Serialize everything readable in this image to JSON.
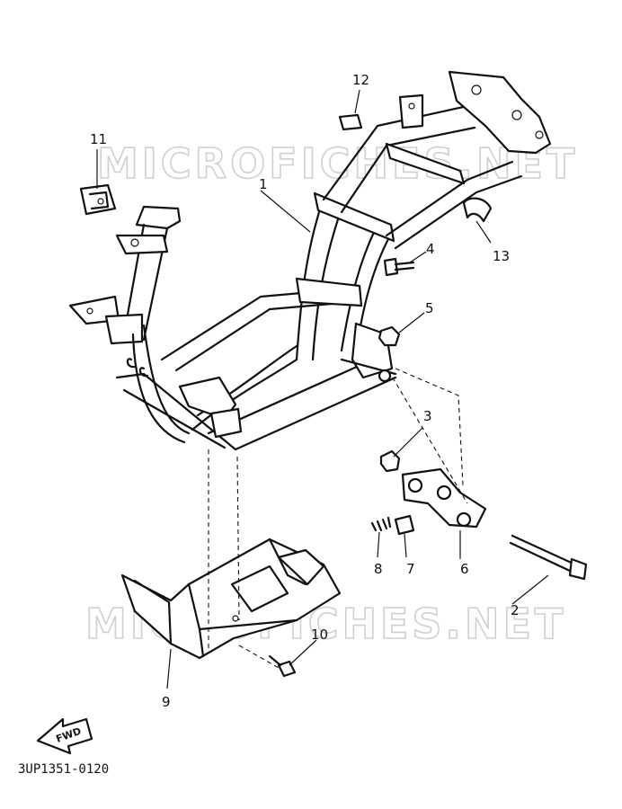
{
  "watermark": "MICROFICHES.NET",
  "part_code": "3UP1351-0120",
  "direction_label": "FWD",
  "callouts": [
    "1",
    "2",
    "3",
    "4",
    "5",
    "6",
    "7",
    "8",
    "9",
    "10",
    "11",
    "12",
    "13"
  ]
}
